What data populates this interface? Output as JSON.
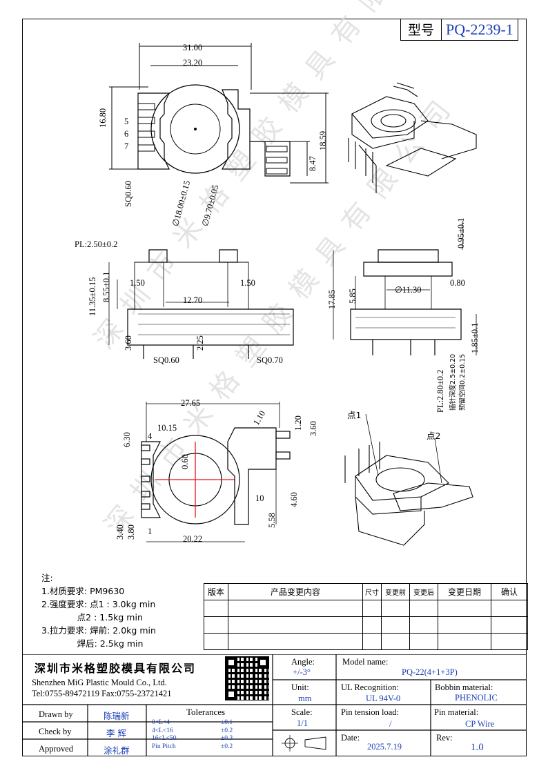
{
  "header": {
    "type_label": "型号",
    "part_number": "PQ-2239-1"
  },
  "dimensions": {
    "d31": "31.00",
    "d23": "23.20",
    "d16": "16.80",
    "d18_59": "18.59",
    "d8_47": "8.47",
    "sq060": "SQ0.60",
    "dia18": "∅18.00±0.15",
    "dia9": "∅9.70±0.05",
    "pl250": "PL:2.50±0.2",
    "d11_35": "11.35±0.15",
    "d8_55": "8.55±0.1",
    "d1_50a": "1.50",
    "d1_50b": "1.50",
    "d12_70": "12.70",
    "d3_60": "3.60",
    "d2_25": "2.25",
    "sq060l": "SQ0.60",
    "sq070n": "SQ0.70",
    "d0_95": "0.95±0.1",
    "d0_80": "0.80",
    "d17_85": "17.85",
    "d5_85": "5.85",
    "d11_30": "∅11.30",
    "pl280": "PL:2.80±0.2",
    "note_depth": "插针深度2.5±0.20",
    "note_gap": "预留空间0.2±0.15",
    "d1_85": "1.85±0.1",
    "d27_65": "27.65",
    "d10_15": "10.15",
    "d6_30": "6.30",
    "d0_60": "0.60",
    "d1_10": "1.10",
    "d1_20": "1.20",
    "d3_60b": "3.60",
    "d4_60": "4.60",
    "d5_58": "5.58",
    "d3_40": "3.40",
    "d3_80": "3.80",
    "d20_22": "20.22",
    "pin5": "5",
    "pin6": "6",
    "pin7": "7",
    "pin4": "4",
    "pin1": "1",
    "pin10": "10",
    "point1": "点1",
    "point2": "点2"
  },
  "notes": {
    "title": "注:",
    "lines": [
      "1.材质要求: PM9630",
      "2.强度要求: 点1 : 3.0kg min",
      "             点2 : 1.5kg min",
      "3.拉力要求: 焊前: 2.0kg min",
      "             焊后: 2.5kg min"
    ]
  },
  "change_table": {
    "headers": [
      "版本",
      "产品变更内容",
      "尺寸",
      "变更前",
      "变更后",
      "变更日期",
      "确认"
    ]
  },
  "title_block": {
    "company_cn": "深圳市米格塑胶模具有限公司",
    "company_en": "Shenzhen MiG Plastic Mould Co., Ltd.",
    "contact": "Tel:0755-89472119   Fax:0755-23721421",
    "angle_label": "Angle:",
    "angle_value": "+/-3°",
    "unit_label": "Unit:",
    "unit_value": "mm",
    "scale_label": "Scale:",
    "scale_value": "1/1",
    "model_label": "Model name:",
    "model_value": "PQ-22(4+1+3P)",
    "ul_label": "UL Recognition:",
    "ul_value": "UL 94V-0",
    "bobbin_label": "Bobbin material:",
    "bobbin_value": "PHENOLIC",
    "pin_tension_label": "Pin tension load:",
    "pin_tension_value": "/",
    "pin_material_label": "Pin material:",
    "pin_material_value": "CP Wire",
    "date_label": "Date:",
    "date_value": "2025.7.19",
    "rev_label": "Rev:",
    "rev_value": "1.0",
    "drawn_label": "Drawn by",
    "drawn_value": "陈瑞新",
    "check_label": "Check by",
    "check_value": "李 辉",
    "approved_label": "Approved",
    "approved_value": "涂礼群",
    "tolerances_title": "Tolerances",
    "tol_rows": [
      {
        "range": "0<L<4",
        "tol": "±0.1"
      },
      {
        "range": "4<L<16",
        "tol": "±0.2"
      },
      {
        "range": "16<L<50",
        "tol": "±0.3"
      },
      {
        "range": "Pin Pitch",
        "tol": "±0.2"
      }
    ]
  },
  "watermark": "深圳市米格塑胶模具有限公司",
  "colors": {
    "blue_text": "#1a3fb5",
    "red_center": "#e11",
    "watermark": "#dddddd"
  }
}
